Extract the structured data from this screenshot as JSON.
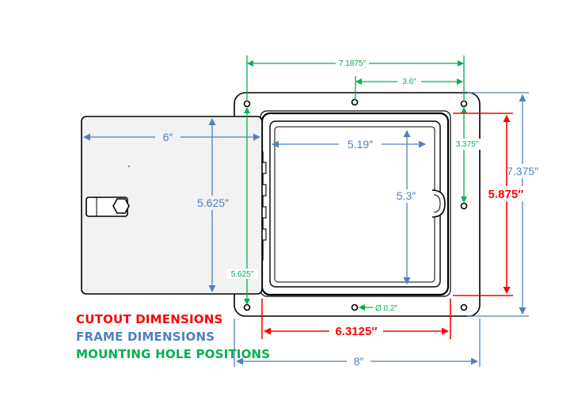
{
  "colors": {
    "cutout": "#ff0000",
    "frame": "#4f81bd",
    "mounting": "#00b050",
    "outline": "#000000",
    "door_fill": "#f2f2f2"
  },
  "dimensions": {
    "mount_top_span": "7.1875″",
    "mount_inner_span": "3.6″",
    "mount_right_vertical": "3.375″",
    "mount_left_vertical": "5.625″",
    "hole_diameter": "Ø 0.2″",
    "door_width": "6″",
    "door_height": "5.625″",
    "opening_width": "5.19″",
    "opening_height": "5.3″",
    "frame_height": "7.375″",
    "frame_width": "8″",
    "cutout_height": "5.875″",
    "cutout_width": "6.3125″"
  },
  "legend": {
    "cutout": "CUTOUT DIMENSIONS",
    "frame": "FRAME DIMENSIONS",
    "mounting": "MOUNTING HOLE POSITIONS"
  }
}
